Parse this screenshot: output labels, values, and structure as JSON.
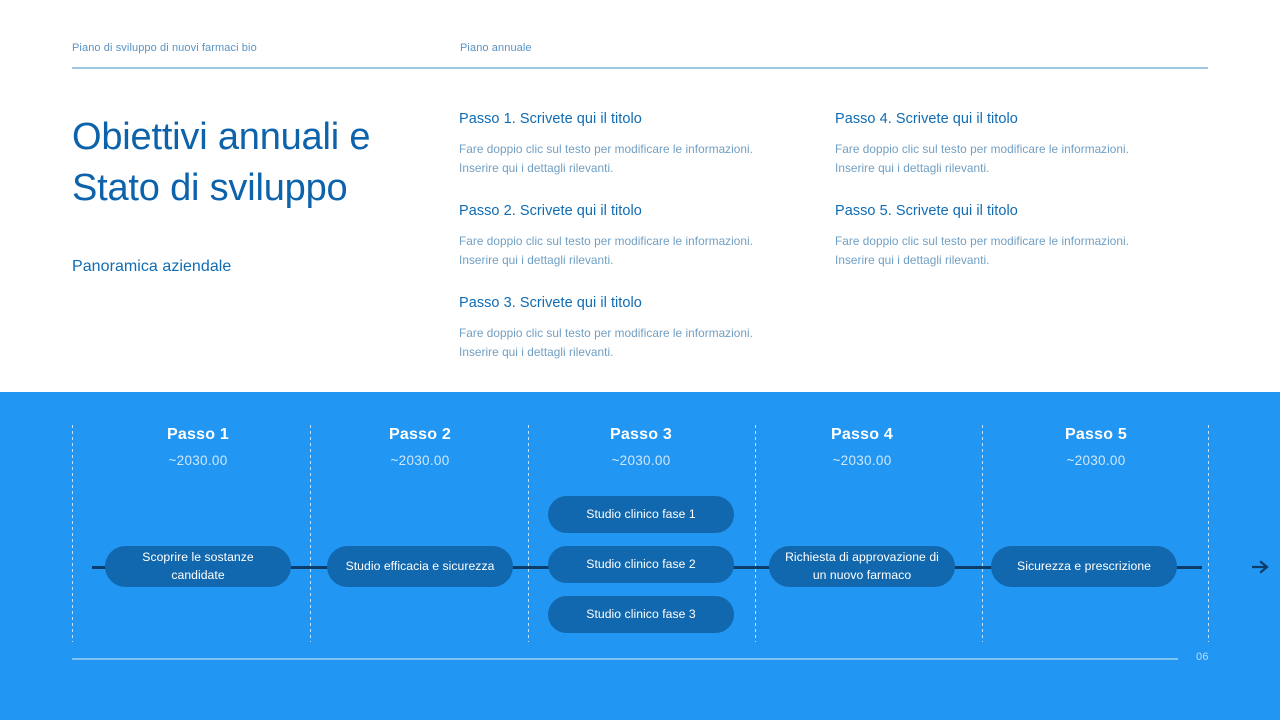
{
  "header": {
    "left_label": "Piano di sviluppo di nuovi farmaci bio",
    "right_label": "Piano annuale"
  },
  "title": {
    "line1": "Obiettivi annuali e",
    "line2": "Stato di sviluppo",
    "subtitle": "Panoramica aziendale"
  },
  "steps_text": [
    {
      "heading": "Passo 1. Scrivete qui il titolo",
      "body_line1": "Fare doppio clic sul testo per modificare le informazioni.",
      "body_line2": "Inserire qui i dettagli rilevanti."
    },
    {
      "heading": "Passo 2. Scrivete qui il titolo",
      "body_line1": "Fare doppio clic sul testo per modificare le informazioni.",
      "body_line2": "Inserire qui i dettagli rilevanti."
    },
    {
      "heading": "Passo 3. Scrivete qui il titolo",
      "body_line1": "Fare doppio clic sul testo per modificare le informazioni.",
      "body_line2": "Inserire qui i dettagli rilevanti."
    },
    {
      "heading": "Passo 4. Scrivete qui il titolo",
      "body_line1": "Fare doppio clic sul testo per modificare le informazioni.",
      "body_line2": "Inserire qui i dettagli rilevanti."
    },
    {
      "heading": "Passo 5. Scrivete qui il titolo",
      "body_line1": "Fare doppio clic sul testo per modificare le informazioni.",
      "body_line2": "Inserire qui i dettagli rilevanti."
    }
  ],
  "timeline": {
    "columns": [
      {
        "title": "Passo 1",
        "date": "~2030.00",
        "pills": [
          "Scoprire le sostanze candidate"
        ]
      },
      {
        "title": "Passo 2",
        "date": "~2030.00",
        "pills": [
          "Studio efficacia e sicurezza"
        ]
      },
      {
        "title": "Passo 3",
        "date": "~2030.00",
        "pills": [
          "Studio clinico fase 1",
          "Studio clinico fase 2",
          "Studio clinico fase 3"
        ]
      },
      {
        "title": "Passo 4",
        "date": "~2030.00",
        "pills": [
          "Richiesta di approvazione di un nuovo farmaco"
        ]
      },
      {
        "title": "Passo 5",
        "date": "~2030.00",
        "pills": [
          "Sicurezza e prescrizione"
        ]
      }
    ]
  },
  "footer": {
    "page_number": "06"
  },
  "colors": {
    "timeline_bg": "#2196f3",
    "pill_bg": "#1268ae",
    "title_blue": "#0c62ab",
    "body_blue": "#6f9fc4",
    "connector": "#0c3c68",
    "rule_light": "#9ec9e6"
  }
}
